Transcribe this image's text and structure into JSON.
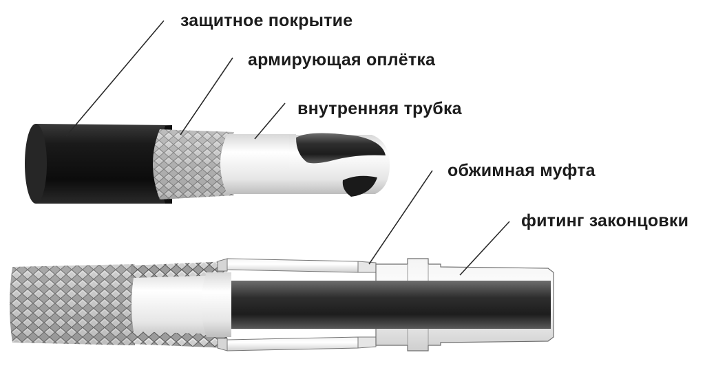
{
  "labels": {
    "protective_coating": "защитное покрытие",
    "reinforcing_braid": "армирующая оплётка",
    "inner_tube": "внутренняя трубка",
    "crimp_sleeve": "обжимная муфта",
    "end_fitting": "фитинг законцовки"
  },
  "colors": {
    "coating": "#151515",
    "braid": "#b9b9b9",
    "tube": "#eeeeee",
    "metal": "#8f8f8f",
    "leader_line": "#2a2a2a"
  }
}
